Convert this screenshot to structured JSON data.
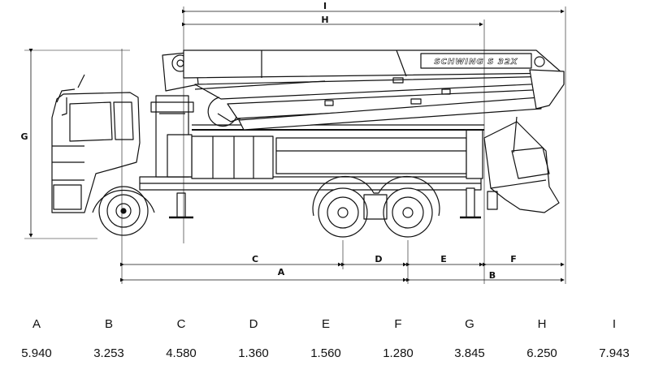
{
  "diagram": {
    "logo": "SCHWING S 32X",
    "dimension_labels": [
      "I",
      "H",
      "G",
      "C",
      "D",
      "E",
      "F",
      "A",
      "B"
    ]
  },
  "specs": [
    {
      "letter": "A",
      "value": "5.940"
    },
    {
      "letter": "B",
      "value": "3.253"
    },
    {
      "letter": "C",
      "value": "4.580"
    },
    {
      "letter": "D",
      "value": "1.360"
    },
    {
      "letter": "E",
      "value": "1.560"
    },
    {
      "letter": "F",
      "value": "1.280"
    },
    {
      "letter": "G",
      "value": "3.845"
    },
    {
      "letter": "H",
      "value": "6.250"
    },
    {
      "letter": "I",
      "value": "7.943"
    }
  ]
}
